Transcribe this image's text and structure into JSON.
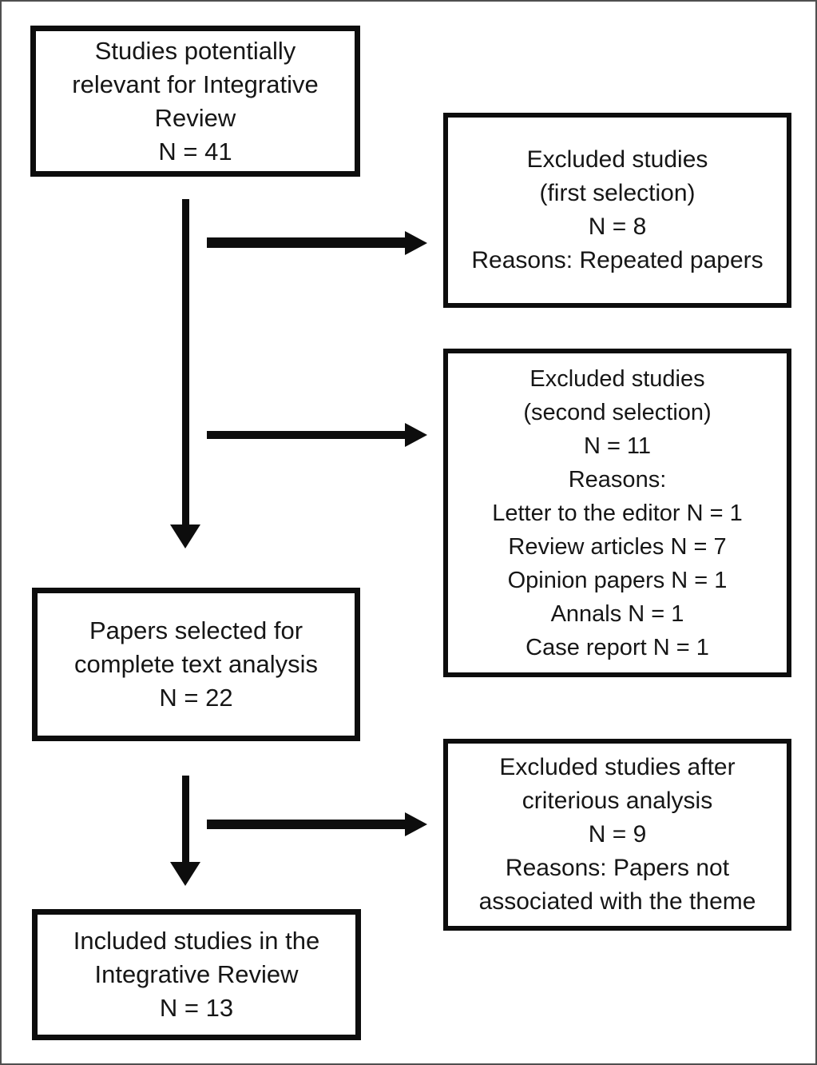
{
  "diagram": {
    "title": "Integrative review study selection flowchart",
    "colors": {
      "line": "#0d0d0d",
      "text": "#161616",
      "background": "#ffffff",
      "outer_frame": "#4f4f4f"
    },
    "boxes": {
      "potentially_relevant": {
        "lines": [
          "Studies potentially",
          "relevant for Integrative",
          "Review",
          "N = 41"
        ]
      },
      "excluded_first": {
        "lines": [
          "Excluded studies",
          "(first selection)",
          "N = 8",
          "Reasons: Repeated papers"
        ]
      },
      "excluded_second": {
        "lines": [
          "Excluded studies",
          "(second selection)",
          "N = 11",
          "Reasons:",
          "Letter to the editor N = 1",
          "Review articles N = 7",
          "Opinion papers N = 1",
          "Annals N = 1",
          "Case report N = 1"
        ]
      },
      "selected_complete_text": {
        "lines": [
          "Papers selected for",
          "complete text analysis",
          "N = 22"
        ]
      },
      "excluded_criterious": {
        "lines": [
          "Excluded studies after",
          "criterious analysis",
          "N = 9",
          "Reasons: Papers not",
          "associated with the theme"
        ]
      },
      "included": {
        "lines": [
          "Included studies in the",
          "Integrative Review",
          "N = 13"
        ]
      }
    },
    "connections": [
      {
        "from": "potentially_relevant",
        "to": "selected_complete_text",
        "type": "down-arrow"
      },
      {
        "from": "potentially_relevant",
        "to": "excluded_first",
        "type": "right-arrow"
      },
      {
        "from": "potentially_relevant",
        "to": "excluded_second",
        "type": "right-arrow"
      },
      {
        "from": "selected_complete_text",
        "to": "included",
        "type": "down-arrow"
      },
      {
        "from": "selected_complete_text",
        "to": "excluded_criterious",
        "type": "right-arrow"
      }
    ]
  }
}
